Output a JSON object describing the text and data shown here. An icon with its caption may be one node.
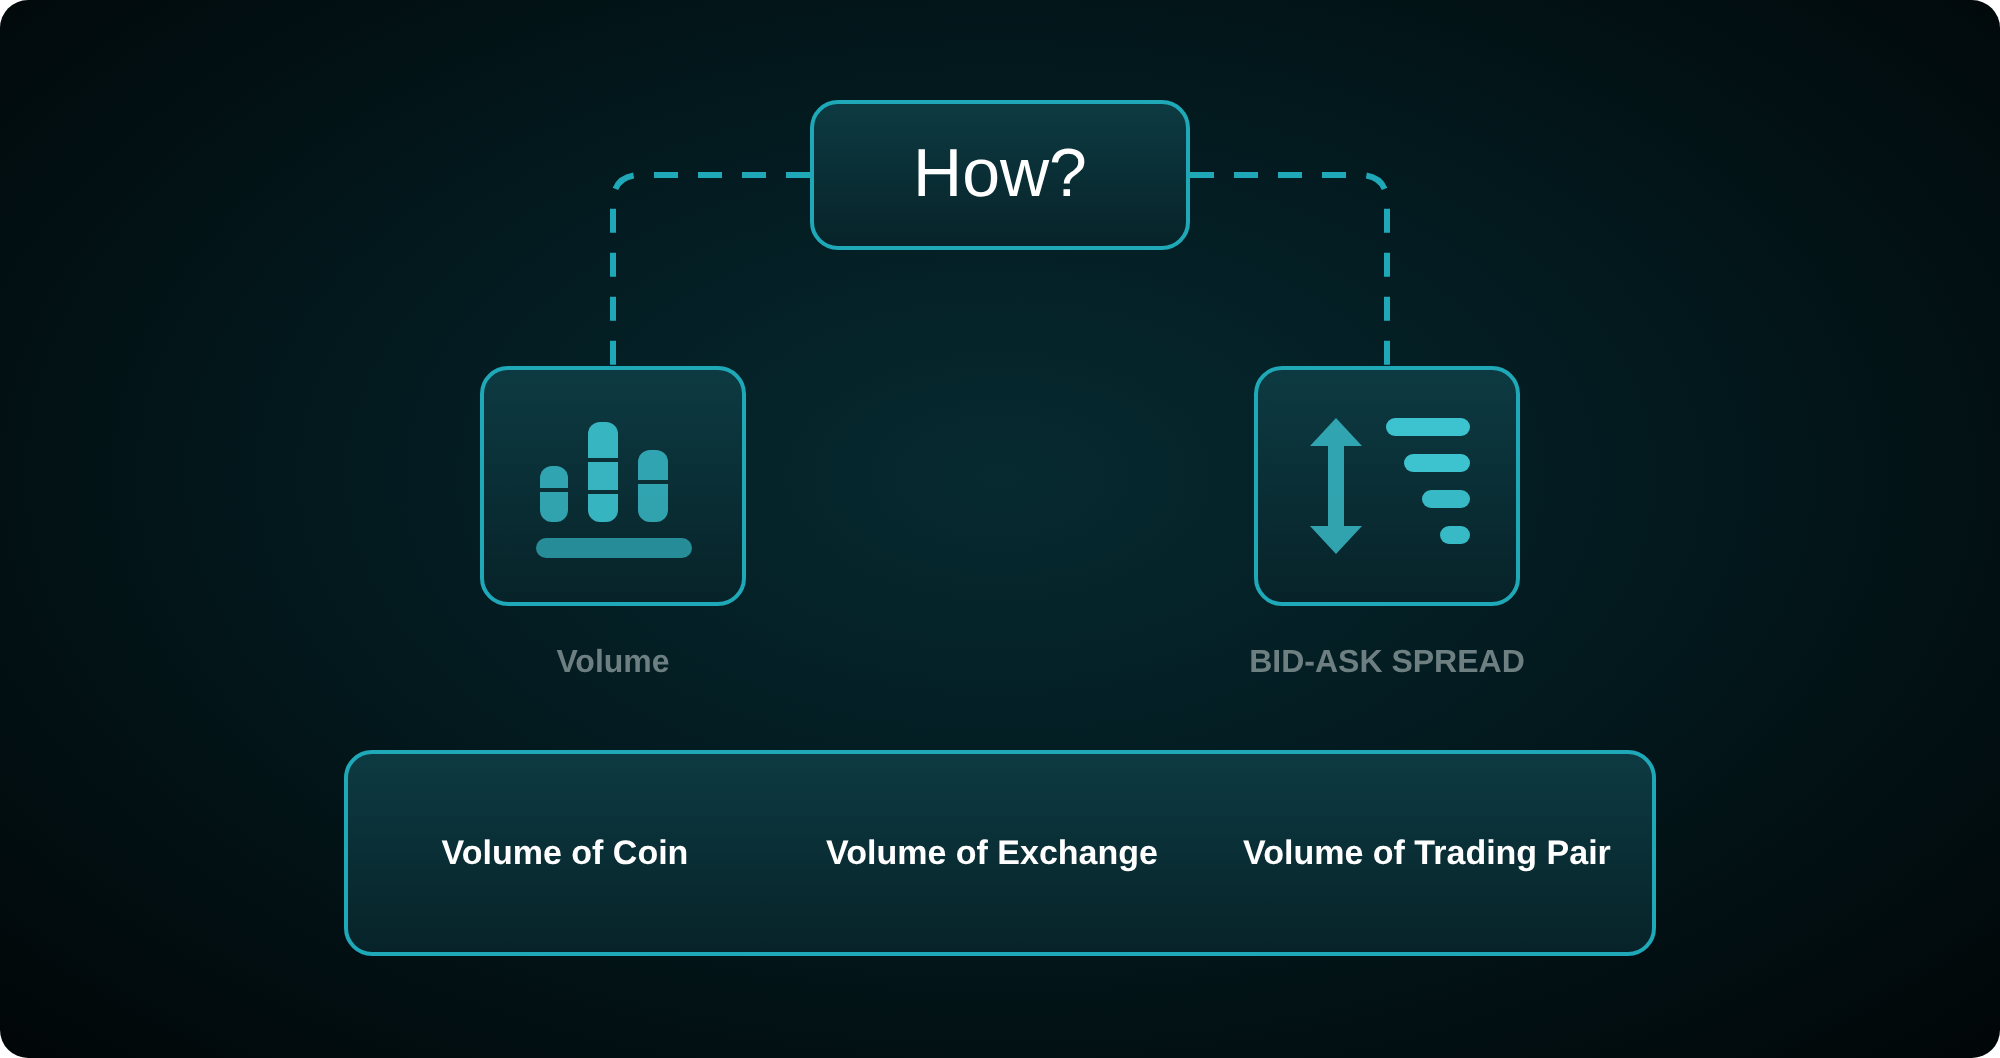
{
  "diagram": {
    "nodes": [
      {
        "text": [
          "How?"
        ]
      },
      {
        "text": [
          "Volume"
        ]
      },
      {
        "text": [
          "BID-ASK SPREAD"
        ]
      },
      {
        "text": [],
        "shape": "box"
      },
      {
        "text": [
          "Volume of Coin"
        ],
        "in": 3
      },
      {
        "text": [
          "Volume of Exchange"
        ],
        "in": 3
      },
      {
        "text": [
          "Volume of Trading Pair"
        ],
        "in": 3
      }
    ],
    "edges": [
      {
        "from": 0,
        "to": 1,
        "arrow": "none",
        "style": "dashed"
      },
      {
        "from": 0,
        "to": 2,
        "arrow": "none",
        "style": "dashed"
      }
    ]
  }
}
